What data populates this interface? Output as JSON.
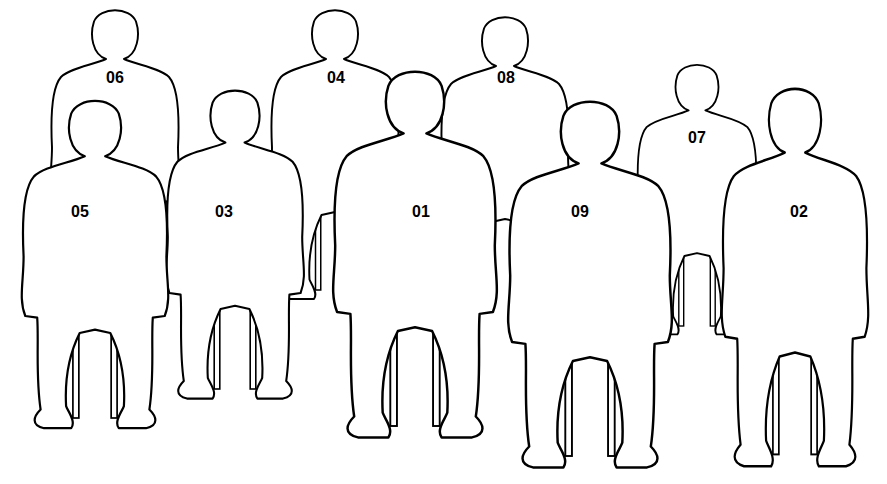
{
  "diagram": {
    "labels": [
      "06",
      "04",
      "08",
      "07",
      "05",
      "03",
      "01",
      "09",
      "02"
    ]
  }
}
